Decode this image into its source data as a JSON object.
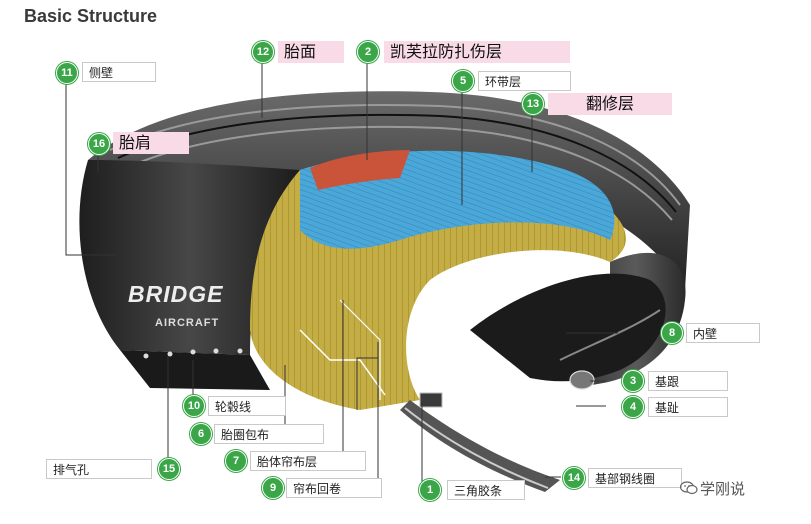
{
  "title": "Basic Structure",
  "tire_brand": "BRIDGE",
  "tire_subtext": "AIRCRAFT",
  "callouts": [
    {
      "num": "1",
      "label": "三角胶条"
    },
    {
      "num": "2",
      "label": "凯芙拉防扎伤层"
    },
    {
      "num": "3",
      "label": "基跟"
    },
    {
      "num": "4",
      "label": "基趾"
    },
    {
      "num": "5",
      "label": "环带层"
    },
    {
      "num": "6",
      "label": "胎圈包布"
    },
    {
      "num": "7",
      "label": "胎体帘布层"
    },
    {
      "num": "8",
      "label": "内壁"
    },
    {
      "num": "9",
      "label": "帘布回卷"
    },
    {
      "num": "10",
      "label": "轮毂线"
    },
    {
      "num": "11",
      "label": "侧壁"
    },
    {
      "num": "12",
      "label": "胎面"
    },
    {
      "num": "13",
      "label": "翻修层"
    },
    {
      "num": "14",
      "label": "基部钢线圈"
    },
    {
      "num": "15",
      "label": "排气孔"
    },
    {
      "num": "16",
      "label": "胎肩"
    }
  ],
  "watermark": "学刚说",
  "colors": {
    "badge": "#3aa648",
    "highlight": "#f8dbe6",
    "ply": "#c9b24a",
    "belt": "#4aa3d6",
    "kevlar": "#c9543a",
    "rubber": "#2b2b2b"
  },
  "icons": {
    "watermark": "wechat-icon"
  }
}
